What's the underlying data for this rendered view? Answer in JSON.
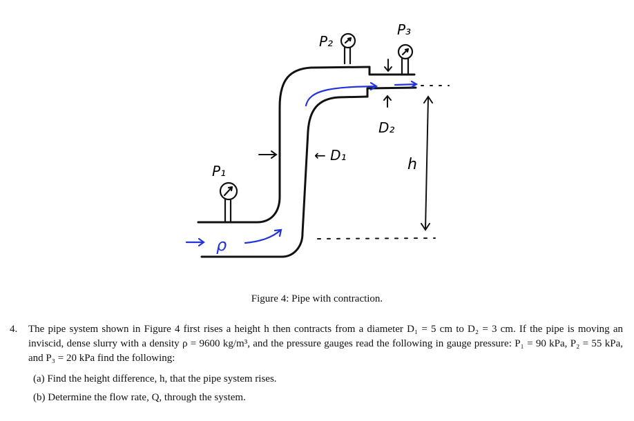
{
  "figure": {
    "labels": {
      "p1": "P₁",
      "p2": "P₂",
      "p3": "P₃",
      "d1": "← D₁",
      "d2": "D₂",
      "h": "h",
      "rho": "ρ"
    }
  },
  "caption": "Figure 4: Pipe with contraction.",
  "problem": {
    "number": "4.",
    "text": "The pipe system shown in Figure 4 first rises a height h then contracts from a diameter D₁ = 5 cm to D₂ = 3 cm. If the pipe is moving an inviscid, dense slurry with a density ρ = 9600 kg/m³, and the pressure gauges read the following in gauge pressure: P₁ = 90 kPa, P₂ = 55 kPa, and P₃ = 20 kPa find the following:",
    "parts": [
      "(a) Find the height difference, h, that the pipe system rises.",
      "(b) Determine the flow rate, Q, through the system."
    ]
  }
}
